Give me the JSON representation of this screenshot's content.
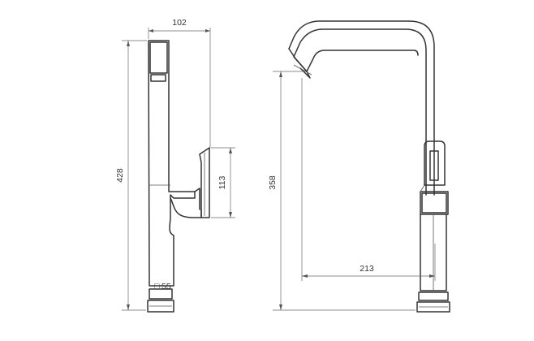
{
  "dimensions": {
    "side_view": {
      "width_top": "102",
      "total_height": "428",
      "handle_height": "113",
      "base_diameter": "55",
      "diameter_symbol": "□"
    },
    "front_view": {
      "spout_height": "358",
      "spout_reach": "213"
    }
  },
  "colors": {
    "line": "#333333",
    "dimension": "#666666",
    "background": "#ffffff"
  }
}
